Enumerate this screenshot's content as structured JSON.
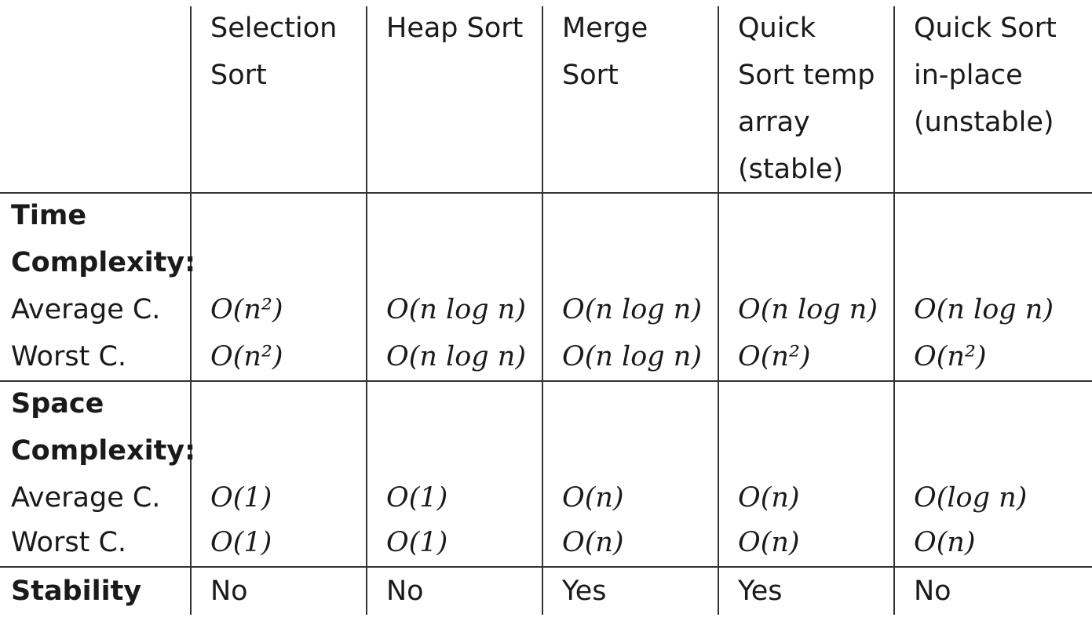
{
  "columns": [
    {
      "label": "Selection\nSort"
    },
    {
      "label": "Heap Sort"
    },
    {
      "label": "Merge\nSort"
    },
    {
      "label": "Quick\nSort temp\narray\n(stable)"
    },
    {
      "label": "Quick  Sort\nin-place\n(unstable)"
    }
  ],
  "sections": {
    "time": {
      "title_line1": "Time",
      "title_line2": "Complexity:",
      "avg_label": "Average C.",
      "worst_label": "Worst C.",
      "avg": [
        "O(n²)",
        "O(n log n)",
        "O(n log n)",
        "O(n log n)",
        "O(n log n)"
      ],
      "worst": [
        "O(n²)",
        "O(n log n)",
        "O(n log n)",
        "O(n²)",
        "O(n²)"
      ]
    },
    "space": {
      "title_line1": "Space",
      "title_line2": "Complexity:",
      "avg_label": "Average C.",
      "worst_label": "Worst C.",
      "avg": [
        "O(1)",
        "O(1)",
        "O(n)",
        "O(n)",
        "O(log n)"
      ],
      "worst": [
        "O(1)",
        "O(1)",
        "O(n)",
        "O(n)",
        "O(n)"
      ]
    },
    "stability": {
      "title": "Stability",
      "values": [
        "No",
        "No",
        "Yes",
        "Yes",
        "No"
      ]
    }
  }
}
